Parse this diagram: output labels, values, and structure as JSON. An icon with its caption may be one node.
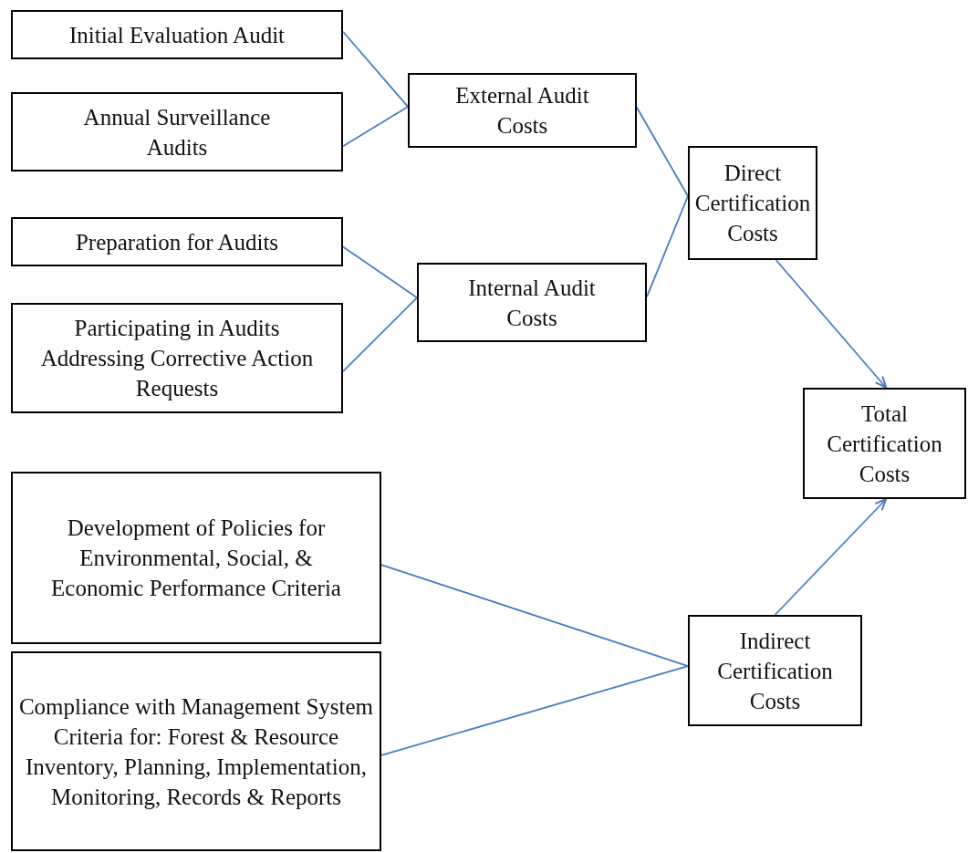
{
  "diagram": {
    "nodes": [
      {
        "text": [
          "Initial Evaluation Audit"
        ]
      },
      {
        "text": [
          "Annual Surveillance Audits"
        ]
      },
      {
        "text": [
          "External Audit Costs"
        ]
      },
      {
        "text": [
          "Preparation for Audits"
        ]
      },
      {
        "text": [
          "Participating in Audits Addressing Corrective Action Requests"
        ]
      },
      {
        "text": [
          "Internal Audit Costs"
        ]
      },
      {
        "text": [
          "Direct Certification Costs"
        ]
      },
      {
        "text": [
          "Total Certification Costs"
        ]
      },
      {
        "text": [
          "Development of Policies for Environmental, Social, & Economic Performance Criteria"
        ]
      },
      {
        "text": [
          "Compliance with Management System Criteria for: Forest & Resource Inventory, Planning, Implementation, Monitoring, Records & Reports"
        ]
      },
      {
        "text": [
          "Indirect Certification Costs"
        ]
      }
    ],
    "edges": [
      {
        "from": 0,
        "to": 2,
        "arrow": "none"
      },
      {
        "from": 1,
        "to": 2,
        "arrow": "none"
      },
      {
        "from": 3,
        "to": 5,
        "arrow": "none"
      },
      {
        "from": 4,
        "to": 5,
        "arrow": "none"
      },
      {
        "from": 2,
        "to": 6,
        "arrow": "none"
      },
      {
        "from": 5,
        "to": 6,
        "arrow": "none"
      },
      {
        "from": 6,
        "to": 7,
        "arrow": "to"
      },
      {
        "from": 10,
        "to": 7,
        "arrow": "to"
      },
      {
        "from": 8,
        "to": 10,
        "arrow": "none"
      },
      {
        "from": 9,
        "to": 10,
        "arrow": "none"
      }
    ]
  }
}
